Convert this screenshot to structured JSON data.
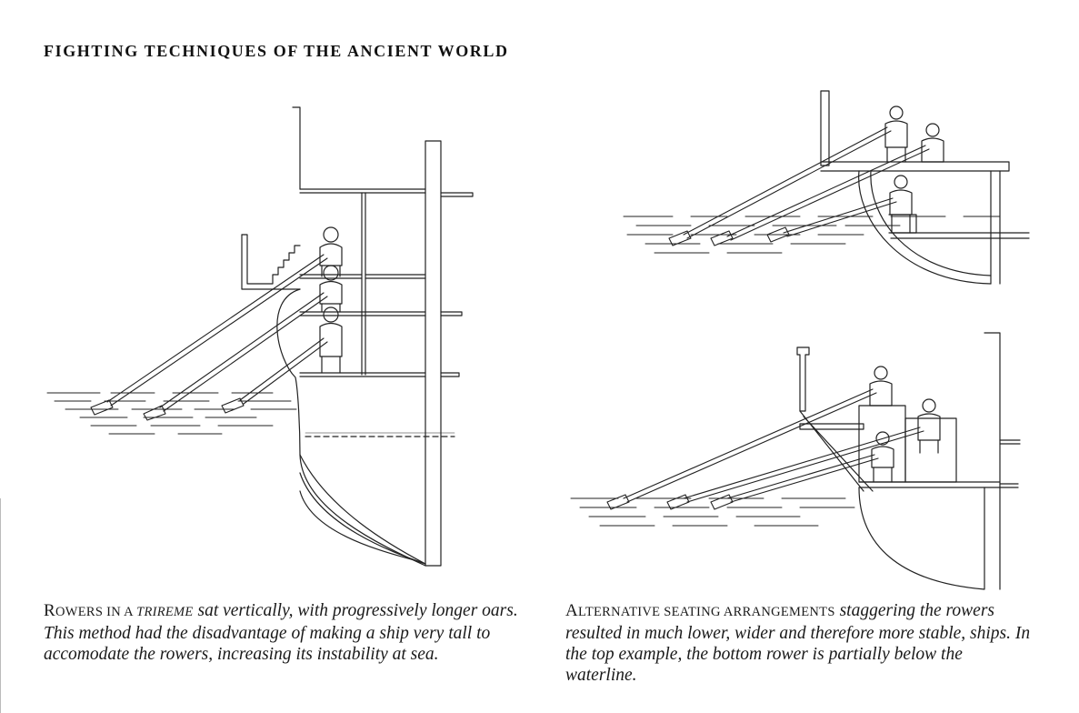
{
  "page": {
    "title": "FIGHTING TECHNIQUES OF THE ANCIENT WORLD"
  },
  "captions": {
    "left": {
      "lead_initial": "R",
      "lead_rest": "OWERS IN A ",
      "lead_term": "TRIREME",
      "body": " sat vertically, with progressively longer oars. This method had the disadvantage of making a ship very tall to accomodate the rowers, increasing its instability at sea."
    },
    "right": {
      "lead_initial": "A",
      "lead_rest": "LTERNATIVE SEATING ARRANGEMENTS",
      "body": " staggering the rowers resulted in much lower, wider and therefore more stable, ships. In the top example, the bottom rower is partially below the waterline."
    }
  },
  "illustrations": {
    "left": "trireme-vertical-rowers",
    "top_right": "staggered-seating-partially-submerged",
    "bottom_right": "staggered-seating-outrigger"
  }
}
